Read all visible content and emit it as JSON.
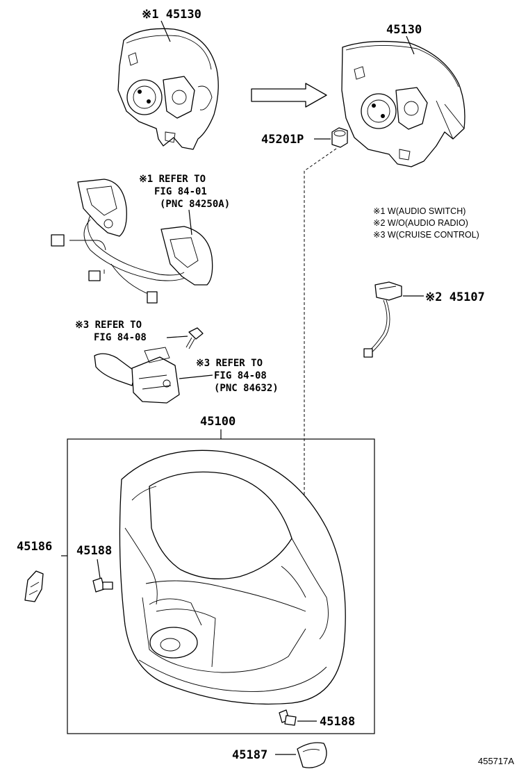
{
  "labels": {
    "top_left_pn": "※1 45130",
    "top_right_pn": "45130",
    "nut_pn": "45201P",
    "ref1": [
      "※1 REFER TO",
      "FIG 84-01",
      "(PNC 84250A)"
    ],
    "ref3a": [
      "※3 REFER TO",
      "FIG 84-08"
    ],
    "ref3b": [
      "※3 REFER TO",
      "FIG 84-08",
      "(PNC 84632)"
    ],
    "harness_pn": "※2 45107",
    "wheel_pn": "45100",
    "side_pn": "45186",
    "bolt_left_pn": "45188",
    "bolt_bottom_pn": "45188",
    "cover_pn": "45187",
    "figure_code": "455717A"
  },
  "notes": [
    "※1 W(AUDIO SWITCH)",
    "※2 W/O(AUDIO RADIO)",
    "※3 W(CRUISE CONTROL)"
  ]
}
